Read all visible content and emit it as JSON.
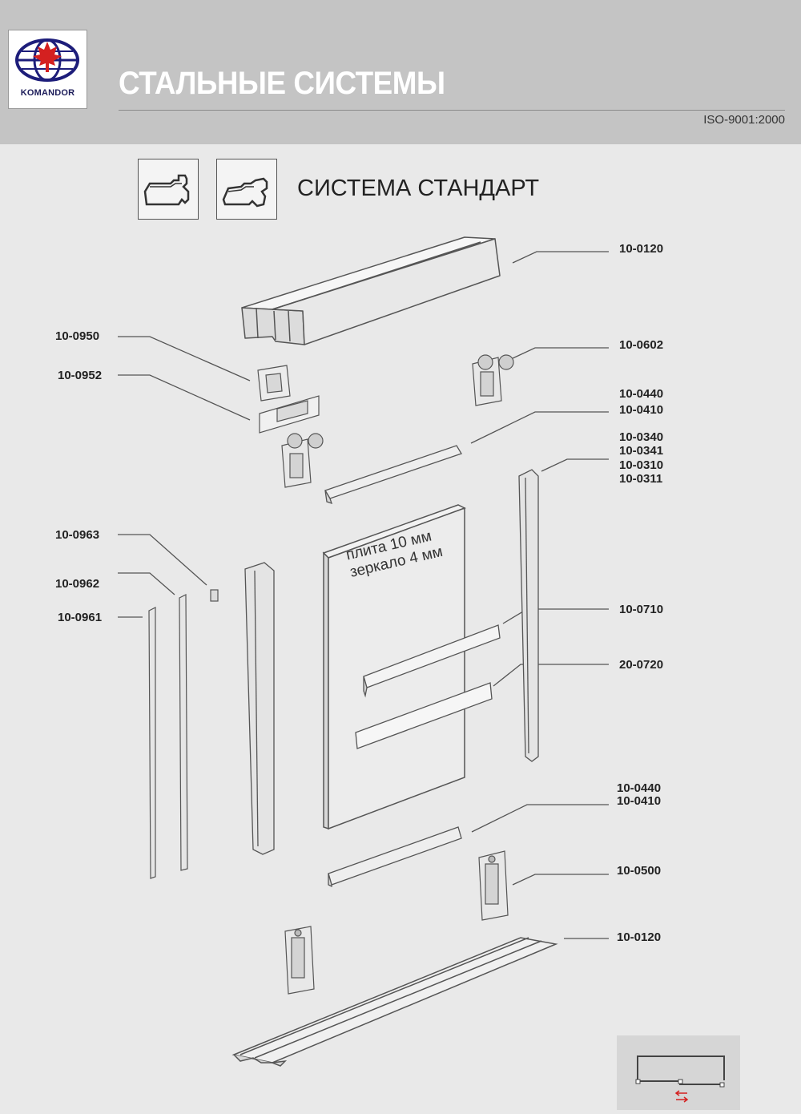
{
  "header": {
    "brand": "KOMANDOR",
    "title": "СТАЛЬНЫЕ СИСТЕМЫ",
    "certification": "ISO-9001:2000"
  },
  "system": {
    "title": "СИСТЕМА СТАНДАРТ",
    "plate_line1": "плита 10 мм",
    "plate_line2": "зеркало 4 мм"
  },
  "parts": {
    "top_track": "10-0120",
    "stopper": "10-0950",
    "stopper_plate": "10-0952",
    "top_roller": "10-0602",
    "top_frame_a": "10-0440",
    "top_frame_b": "10-0410",
    "handle_a": "10-0340",
    "handle_b": "10-0341",
    "handle_c": "10-0310",
    "handle_d": "10-0311",
    "clip": "10-0963",
    "seal_a": "10-0962",
    "seal_b": "10-0961",
    "divider": "10-0710",
    "divider_insert": "20-0720",
    "bottom_frame_a": "10-0440",
    "bottom_frame_b": "10-0410",
    "bottom_roller": "10-0500",
    "bottom_track": "10-0120"
  },
  "colors": {
    "header_bg": "#c4c4c4",
    "page_bg": "#e9e9e9",
    "line": "#555555",
    "brand_blue": "#1d1d7a",
    "brand_red": "#d42020"
  },
  "icons": [
    "profile-type-a-icon",
    "profile-type-b-icon",
    "komandor-globe-icon",
    "door-schematic-icon"
  ]
}
